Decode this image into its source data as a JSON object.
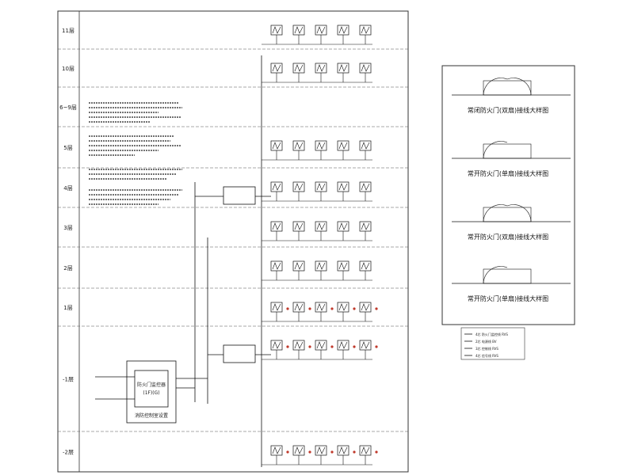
{
  "floors": [
    {
      "key": "f11",
      "label": "11层"
    },
    {
      "key": "f10",
      "label": "10层"
    },
    {
      "key": "f6_9",
      "label": "6~9层"
    },
    {
      "key": "f5",
      "label": "5层"
    },
    {
      "key": "f4",
      "label": "4层"
    },
    {
      "key": "f3",
      "label": "3层"
    },
    {
      "key": "f2",
      "label": "2层"
    },
    {
      "key": "f1",
      "label": "1层"
    },
    {
      "key": "b1",
      "label": "-1层"
    },
    {
      "key": "b2",
      "label": "-2层"
    }
  ],
  "main_panel": {
    "title_line1": "防火门监控器",
    "title_line2": "(1F)(G)",
    "caption": "消防控制室设置"
  },
  "detail_diagrams": [
    {
      "caption": "常闭防火门(双扇)接线大样图"
    },
    {
      "caption": "常开防火门(单扇)接线大样图"
    },
    {
      "caption": "常开防火门(双扇)接线大样图"
    },
    {
      "caption": "常开防火门(单扇)接线大样图"
    }
  ],
  "legend": [
    {
      "text": "4芯 防火门监控线 RVS"
    },
    {
      "text": "2芯 电源线 BV"
    },
    {
      "text": "3芯 控制线 RVS"
    },
    {
      "text": "4芯 信号线 RVS"
    }
  ],
  "colors": {
    "line": "#111111",
    "device": "#c0392b",
    "frame": "#333333"
  }
}
